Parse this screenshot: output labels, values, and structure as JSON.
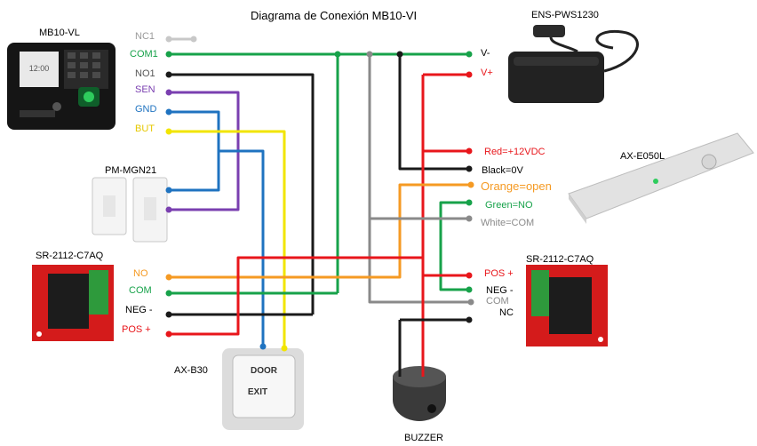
{
  "title": "Diagrama de Conexión MB10-VI",
  "devices": {
    "reader": "MB10-VL",
    "psu": "ENS-PWS1230",
    "magnet": "PM-MGN21",
    "lock": "AX-E050L",
    "relay_left": "SR-2112-C7AQ",
    "relay_right": "SR-2112-C7AQ",
    "exit_button": "AX-B30",
    "buzzer": "BUZZER"
  },
  "device_text": {
    "reader_screen": "12:00",
    "exit_line1": "DOOR",
    "exit_line2": "EXIT"
  },
  "reader_terminals": [
    "NC1",
    "COM1",
    "NO1",
    "SEN",
    "GND",
    "BUT"
  ],
  "psu_terminals": [
    "V-",
    "V+"
  ],
  "lock_terminals": [
    "Red=+12VDC",
    "Black=0V",
    "Orange=open",
    "Green=NO",
    "White=COM"
  ],
  "relay_left_terminals": [
    "NO",
    "COM",
    "NEG -",
    "POS +"
  ],
  "relay_right_terminals": [
    "POS +",
    "NEG -",
    "COM",
    "NC"
  ],
  "colors": {
    "red": "#e8161b",
    "black": "#1a1a1a",
    "green": "#17a24a",
    "purple": "#7a3fb0",
    "blue": "#1f73c0",
    "yellow": "#f2e500",
    "orange": "#f59a23",
    "gray": "#8a8a8a",
    "lightgray": "#c8c8c8"
  }
}
